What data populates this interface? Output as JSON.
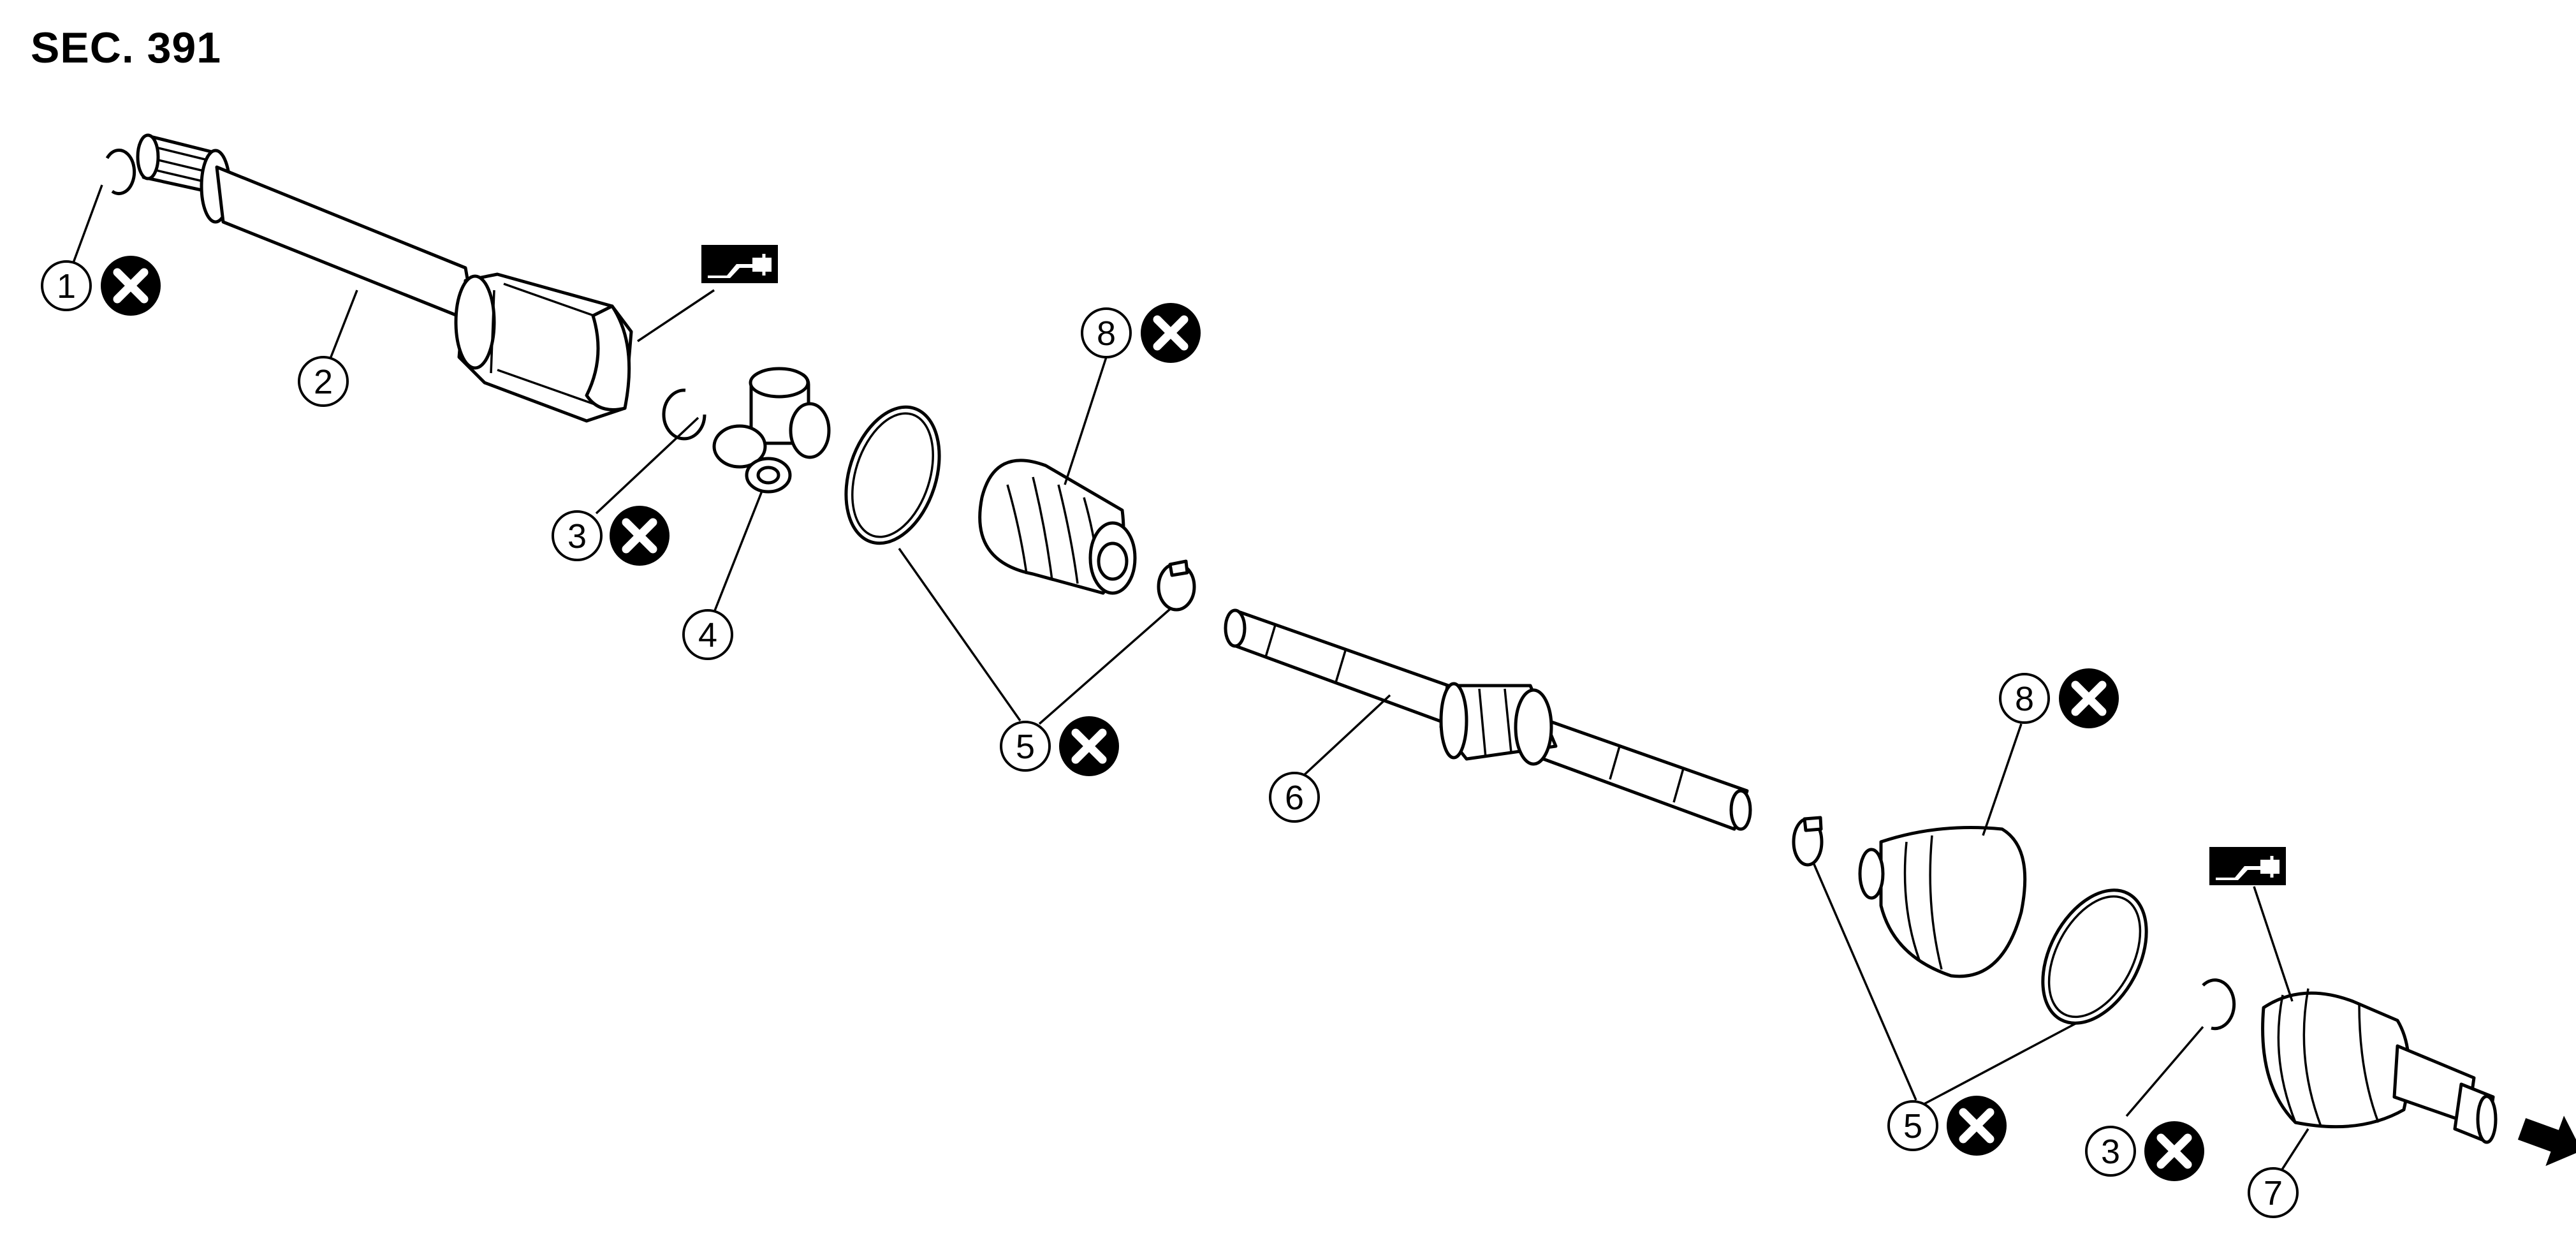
{
  "title": "SEC. 391",
  "colors": {
    "line": "#000000",
    "background": "#ffffff"
  },
  "callouts": [
    {
      "id": "c1",
      "label": "1",
      "part": "snap-ring",
      "replace": true
    },
    {
      "id": "c2",
      "label": "2",
      "part": "slide-joint-housing",
      "replace": false
    },
    {
      "id": "c3a",
      "label": "3",
      "part": "snap-ring",
      "replace": true
    },
    {
      "id": "c4",
      "label": "4",
      "part": "spider-assembly",
      "replace": false
    },
    {
      "id": "c5a",
      "label": "5",
      "part": "boot-bands",
      "replace": true
    },
    {
      "id": "c6",
      "label": "6",
      "part": "shaft",
      "replace": false
    },
    {
      "id": "c8a",
      "label": "8",
      "part": "boot",
      "replace": true
    },
    {
      "id": "c8b",
      "label": "8",
      "part": "boot",
      "replace": true
    },
    {
      "id": "c5b",
      "label": "5",
      "part": "boot-bands",
      "replace": true
    },
    {
      "id": "c3b",
      "label": "3",
      "part": "snap-ring",
      "replace": true
    },
    {
      "id": "c7",
      "label": "7",
      "part": "joint-sub-assembly",
      "replace": false
    }
  ],
  "symbols": [
    {
      "name": "grease-symbol-icon"
    },
    {
      "name": "do-not-reuse-icon"
    },
    {
      "name": "front-arrow-icon"
    }
  ]
}
